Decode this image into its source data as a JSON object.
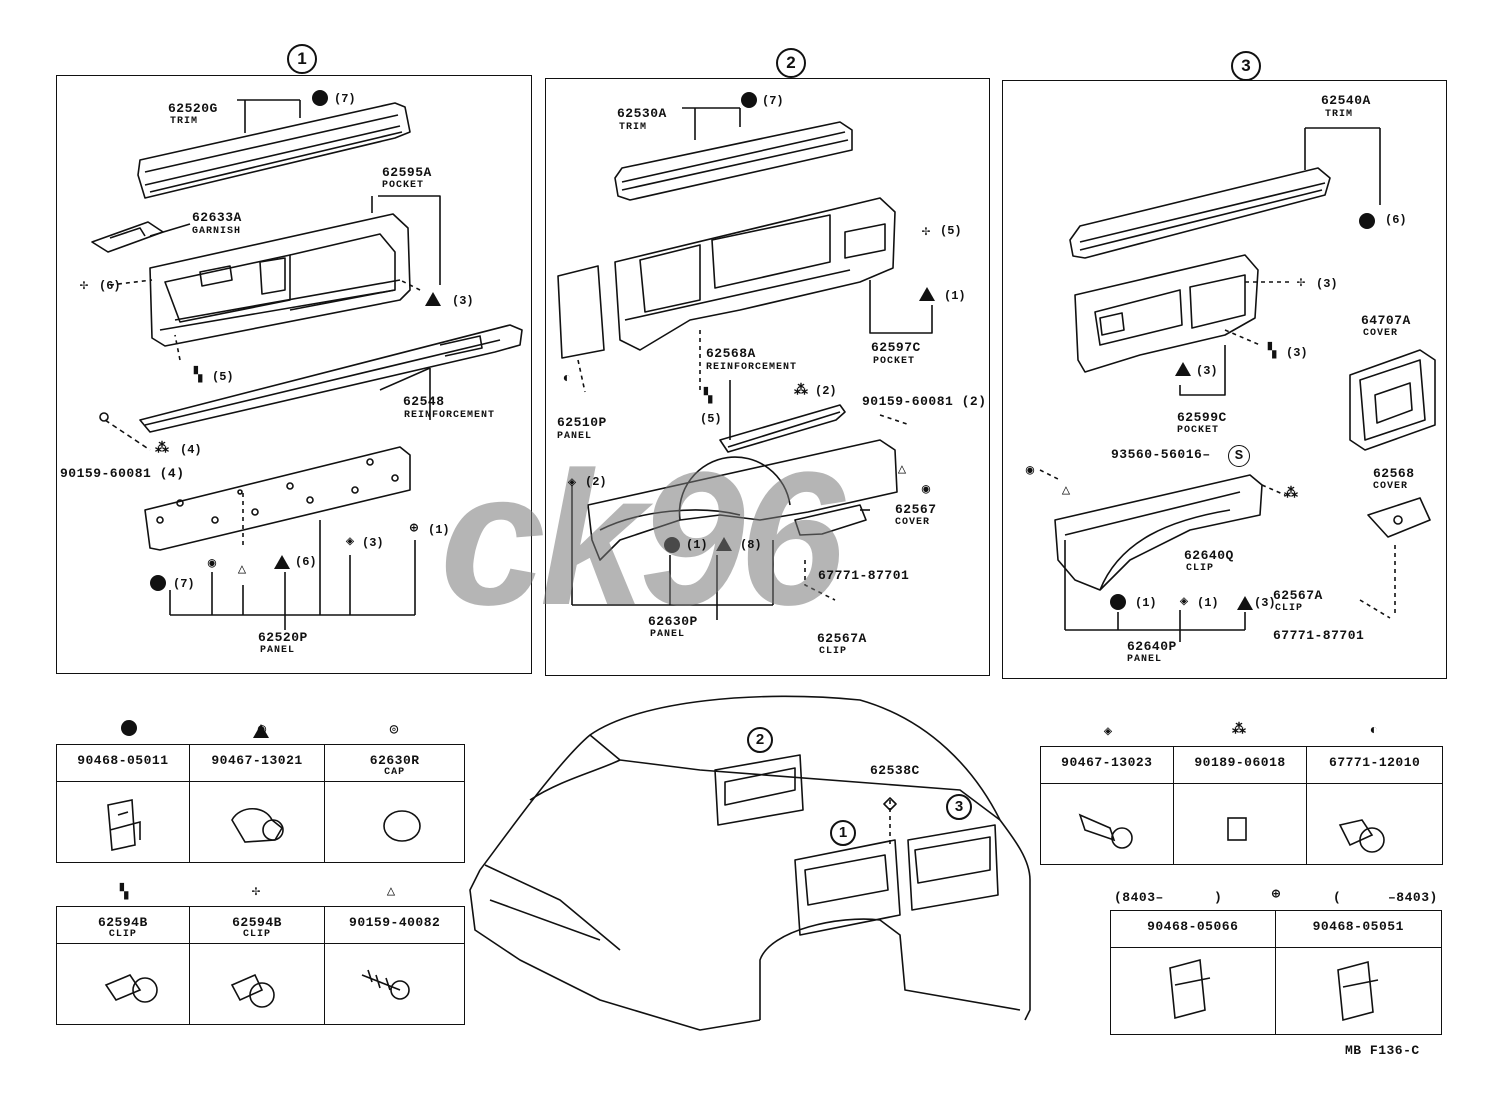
{
  "sections": {
    "s1": {
      "label": "1"
    },
    "s2": {
      "label": "2"
    },
    "s3": {
      "label": "3"
    }
  },
  "section1": {
    "trim": {
      "num": "62520G",
      "sub": "TRIM",
      "qty": "(7)"
    },
    "pocket": {
      "num": "62595A",
      "sub": "POCKET",
      "qty": "(3)"
    },
    "garnish": {
      "num": "62633A",
      "sub": "GARNISH"
    },
    "clip6": {
      "qty": "(6)"
    },
    "clip5": {
      "qty": "(5)"
    },
    "reinf": {
      "num": "62548",
      "sub": "REINFORCEMENT"
    },
    "screw": {
      "num": "90159-60081 (4)",
      "qty": "(4)"
    },
    "panel": {
      "num": "62520P",
      "sub": "PANEL"
    },
    "panel_qtys": {
      "a": "(7)",
      "b": "(6)",
      "c": "(3)",
      "d": "(1)"
    }
  },
  "section2": {
    "trim": {
      "num": "62530A",
      "sub": "TRIM",
      "qty": "(7)"
    },
    "cross": {
      "qty": "(5)"
    },
    "pocket": {
      "num": "62597C",
      "sub": "POCKET",
      "qty": "(1)"
    },
    "panel_small": {
      "num": "62510P",
      "sub": "PANEL"
    },
    "reinf": {
      "num": "62568A",
      "sub": "REINFORCEMENT",
      "qty": "(5)"
    },
    "screw": {
      "num": "90159-60081 (2)",
      "qty": "(2)"
    },
    "panel": {
      "num": "62630P",
      "sub": "PANEL",
      "qty_a": "(2)",
      "qty_b": "(1)",
      "qty_c": "(8)"
    },
    "cover": {
      "num": "62567",
      "sub": "COVER"
    },
    "clipnum": {
      "num": "67771-87701"
    },
    "clip": {
      "num": "62567A",
      "sub": "CLIP"
    }
  },
  "section3": {
    "trim": {
      "num": "62540A",
      "sub": "TRIM",
      "qty": "(6)"
    },
    "cross": {
      "qty": "(3)"
    },
    "cover64": {
      "num": "64707A",
      "sub": "COVER"
    },
    "pocket_qty": {
      "a": "(3)",
      "b": "(3)"
    },
    "pocket": {
      "num": "62599C",
      "sub": "POCKET"
    },
    "bolt": {
      "num": "93560-56016–",
      "s": "S"
    },
    "cover68": {
      "num": "62568",
      "sub": "COVER"
    },
    "clipq": {
      "num": "62640Q",
      "sub": "CLIP"
    },
    "clipa": {
      "num": "62567A",
      "sub": "CLIP"
    },
    "clipnum": {
      "num": "67771-87701"
    },
    "panel": {
      "num": "62640P",
      "sub": "PANEL",
      "qty_a": "(1)",
      "qty_b": "(1)",
      "qty_c": "(3)"
    }
  },
  "legend_left_top": [
    {
      "num": "90468-05011",
      "sub": ""
    },
    {
      "num": "90467-13021",
      "sub": ""
    },
    {
      "num": "62630R",
      "sub": "CAP"
    }
  ],
  "legend_left_bottom": [
    {
      "num": "62594B",
      "sub": "CLIP"
    },
    {
      "num": "62594B",
      "sub": "CLIP"
    },
    {
      "num": "90159-40082",
      "sub": ""
    }
  ],
  "legend_right_top": [
    {
      "num": "90467-13023"
    },
    {
      "num": "90189-06018"
    },
    {
      "num": "67771-12010"
    }
  ],
  "legend_right_bottom": {
    "range_left": "(8403–",
    "range_left_close": ")",
    "range_right_open": "(",
    "range_right": "–8403)",
    "cells": [
      {
        "num": "90468-05066"
      },
      {
        "num": "90468-05051"
      }
    ]
  },
  "vehicle": {
    "label2": "2",
    "label1": "1",
    "label3": "3",
    "part": "62538C"
  },
  "footer": {
    "code": "MB F136-C"
  },
  "watermark": {
    "text": "ck96"
  }
}
